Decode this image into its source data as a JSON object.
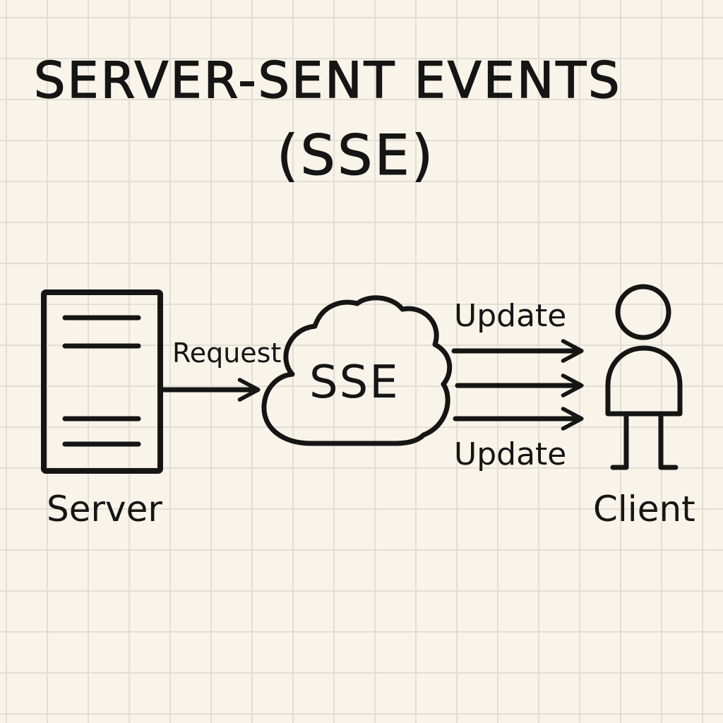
{
  "title": {
    "line1": "SERVER-SENT EVENTS",
    "line2": "(SSE)"
  },
  "nodes": {
    "server": {
      "label": "Server",
      "icon": "server-icon"
    },
    "cloud": {
      "label": "SSE",
      "icon": "cloud-icon"
    },
    "client": {
      "label": "Client",
      "icon": "person-icon"
    }
  },
  "edges": {
    "request": {
      "label": "Request",
      "from": "Server",
      "to": "SSE"
    },
    "updates": {
      "label_top": "Update",
      "label_bottom": "Update",
      "from": "SSE",
      "to": "Client",
      "arrow_count": 3
    }
  },
  "colors": {
    "background": "#f8f4ea",
    "grid": "#e3ded3",
    "ink": "#151515"
  }
}
